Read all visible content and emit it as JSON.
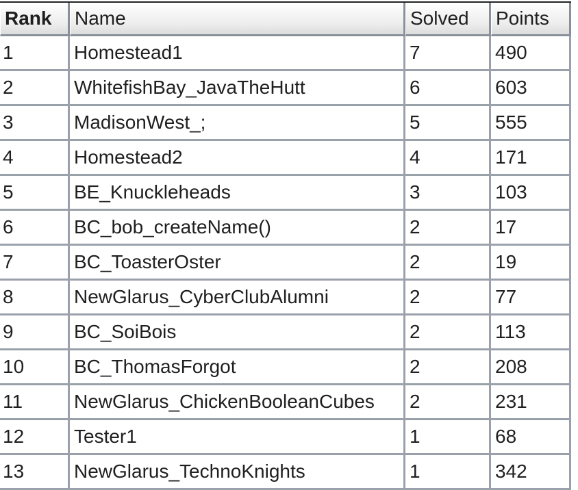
{
  "headers": {
    "rank": "Rank",
    "name": "Name",
    "solved": "Solved",
    "points": "Points"
  },
  "rows": [
    {
      "rank": "1",
      "name": "Homestead1",
      "solved": "7",
      "points": "490"
    },
    {
      "rank": "2",
      "name": "WhitefishBay_JavaTheHutt",
      "solved": "6",
      "points": "603"
    },
    {
      "rank": "3",
      "name": "MadisonWest_;",
      "solved": "5",
      "points": "555"
    },
    {
      "rank": "4",
      "name": "Homestead2",
      "solved": "4",
      "points": "171"
    },
    {
      "rank": "5",
      "name": "BE_Knuckleheads",
      "solved": "3",
      "points": "103"
    },
    {
      "rank": "6",
      "name": "BC_bob_createName()",
      "solved": "2",
      "points": "17"
    },
    {
      "rank": "7",
      "name": "BC_ToasterOster",
      "solved": "2",
      "points": "19"
    },
    {
      "rank": "8",
      "name": "NewGlarus_CyberClubAlumni",
      "solved": "2",
      "points": "77"
    },
    {
      "rank": "9",
      "name": "BC_SoiBois",
      "solved": "2",
      "points": "113"
    },
    {
      "rank": "10",
      "name": "BC_ThomasForgot",
      "solved": "2",
      "points": "208"
    },
    {
      "rank": "11",
      "name": "NewGlarus_ChickenBooleanCubes",
      "solved": "2",
      "points": "231"
    },
    {
      "rank": "12",
      "name": "Tester1",
      "solved": "1",
      "points": "68"
    },
    {
      "rank": "13",
      "name": "NewGlarus_TechnoKnights",
      "solved": "1",
      "points": "342"
    }
  ]
}
